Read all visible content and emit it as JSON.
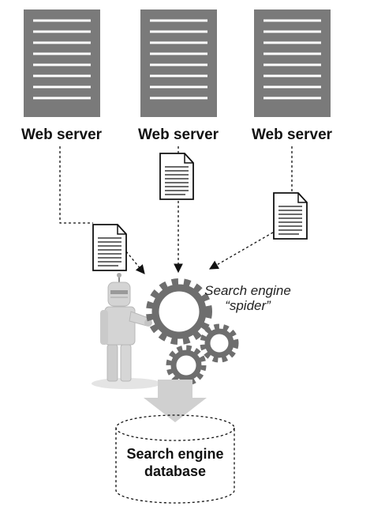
{
  "servers": [
    {
      "label": "Web server"
    },
    {
      "label": "Web server"
    },
    {
      "label": "Web server"
    }
  ],
  "spider": {
    "line1": "Search engine",
    "line2": "“spider”"
  },
  "database": {
    "line1": "Search engine",
    "line2": "database"
  },
  "colors": {
    "server_fill": "#7a7a7a",
    "gear_fill": "#6e6e6e",
    "robot_fill": "#d4d4d4",
    "arrow_fill": "#d0d0d0",
    "line": "#111111"
  }
}
